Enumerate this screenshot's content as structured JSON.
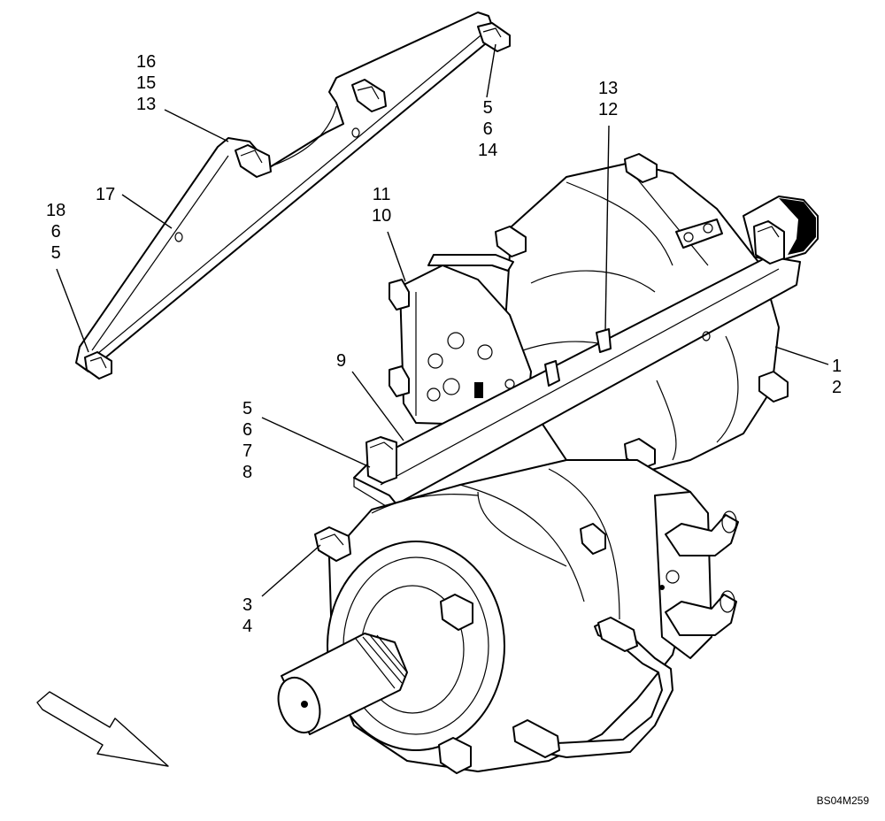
{
  "callouts": {
    "c16_15_13": [
      "16",
      "15",
      "13"
    ],
    "c17": "17",
    "c18_6_5": [
      "18",
      "6",
      "5"
    ],
    "c5_6_14": [
      "5",
      "6",
      "14"
    ],
    "c13_12": [
      "13",
      "12"
    ],
    "c11_10": [
      "11",
      "10"
    ],
    "c9": "9",
    "c5_6_7_8": [
      "5",
      "6",
      "7",
      "8"
    ],
    "c1_2": [
      "1",
      "2"
    ],
    "c3_4": [
      "3",
      "4"
    ]
  },
  "drawing_code": "BS04M259",
  "icons": {
    "direction_arrow": "outlined-arrow-pointing-down-right"
  },
  "colors": {
    "ink": "#000000",
    "paper": "#ffffff"
  }
}
